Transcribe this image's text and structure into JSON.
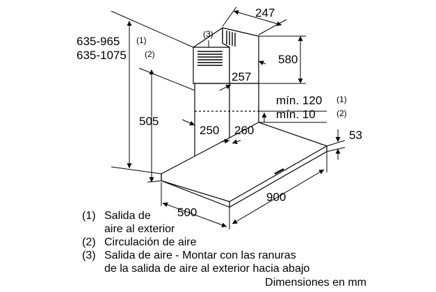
{
  "dimensions": {
    "chimney_depth": "247",
    "chimney_height": "580",
    "height_range_1": "635-965",
    "height_range_2": "635-1075",
    "height_range_1_ref": "(1)",
    "height_range_2_ref": "(2)",
    "chimney_ref": "(3)",
    "chimney_width": "257",
    "lower_height": "505",
    "body_width": "250",
    "body_depth": "260",
    "min_clearance_1": "mín. 120",
    "min_clearance_1_ref": "(1)",
    "min_clearance_2": "mín. 10",
    "min_clearance_2_ref": "(2)",
    "canopy_thickness": "53",
    "canopy_width": "900",
    "canopy_depth": "500"
  },
  "legend": [
    {
      "num": "(1)",
      "lines": [
        "Salida de",
        "aire al exterior"
      ]
    },
    {
      "num": "(2)",
      "lines": [
        "Circulación de aire"
      ]
    },
    {
      "num": "(3)",
      "lines": [
        "Salida de aire - Montar con las ranuras",
        "de la salida de aire al exterior hacia abajo"
      ]
    }
  ],
  "units_note": "Dimensiones en mm"
}
